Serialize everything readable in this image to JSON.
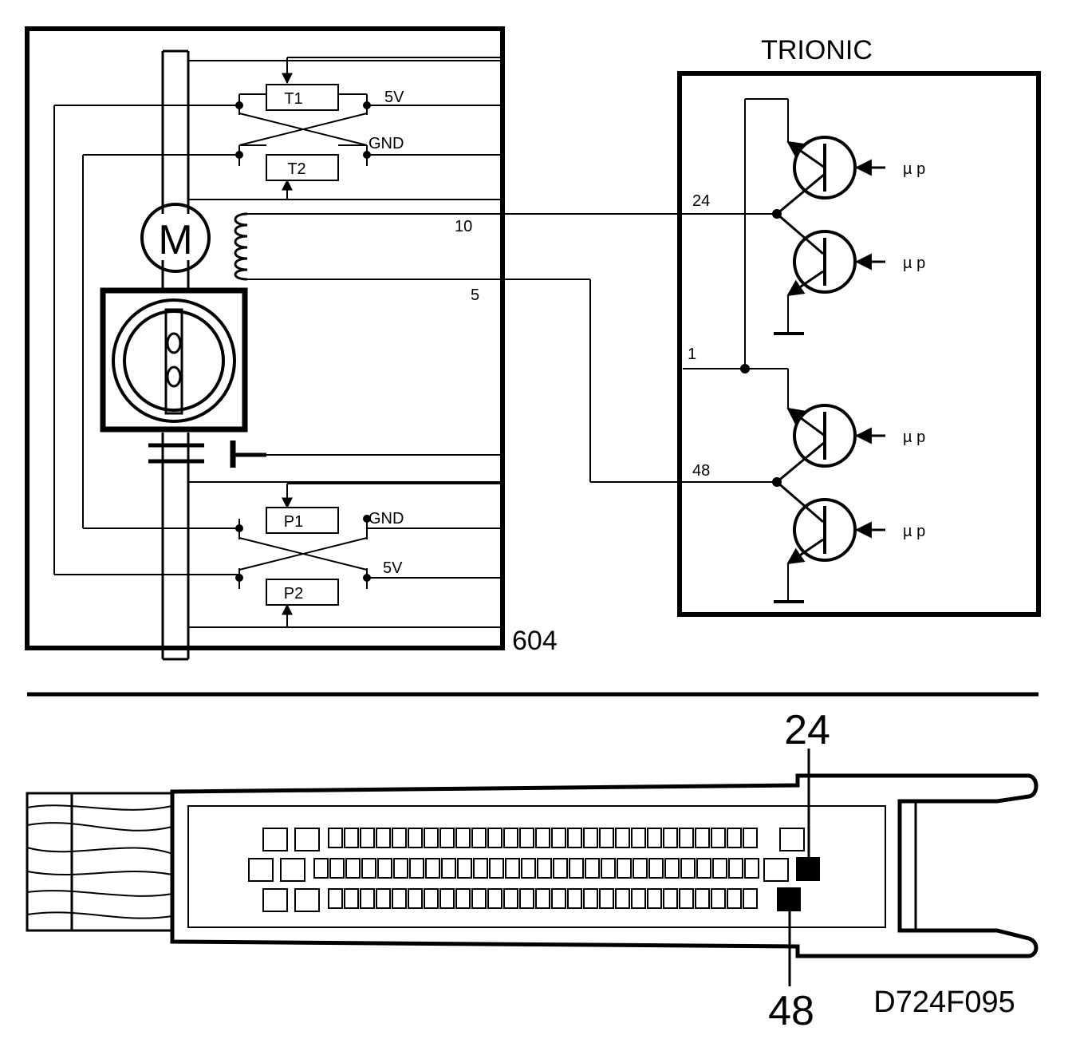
{
  "ecu": {
    "title": "TRIONIC",
    "pins": {
      "p24": "24",
      "p1": "1",
      "p48": "48"
    },
    "transistor_input": "µ p"
  },
  "module": {
    "number": "604",
    "motor": "M",
    "sensors": {
      "t1": "T1",
      "t2": "T2",
      "p1": "P1",
      "p2": "P2"
    },
    "supply": {
      "top": "5V",
      "top_gnd": "GND",
      "bottom_gnd": "GND",
      "bottom": "5V"
    }
  },
  "wires": {
    "w10": "10",
    "w5": "5"
  },
  "connector": {
    "pin_top": "24",
    "pin_bottom": "48"
  },
  "figure_code": "D724F095"
}
